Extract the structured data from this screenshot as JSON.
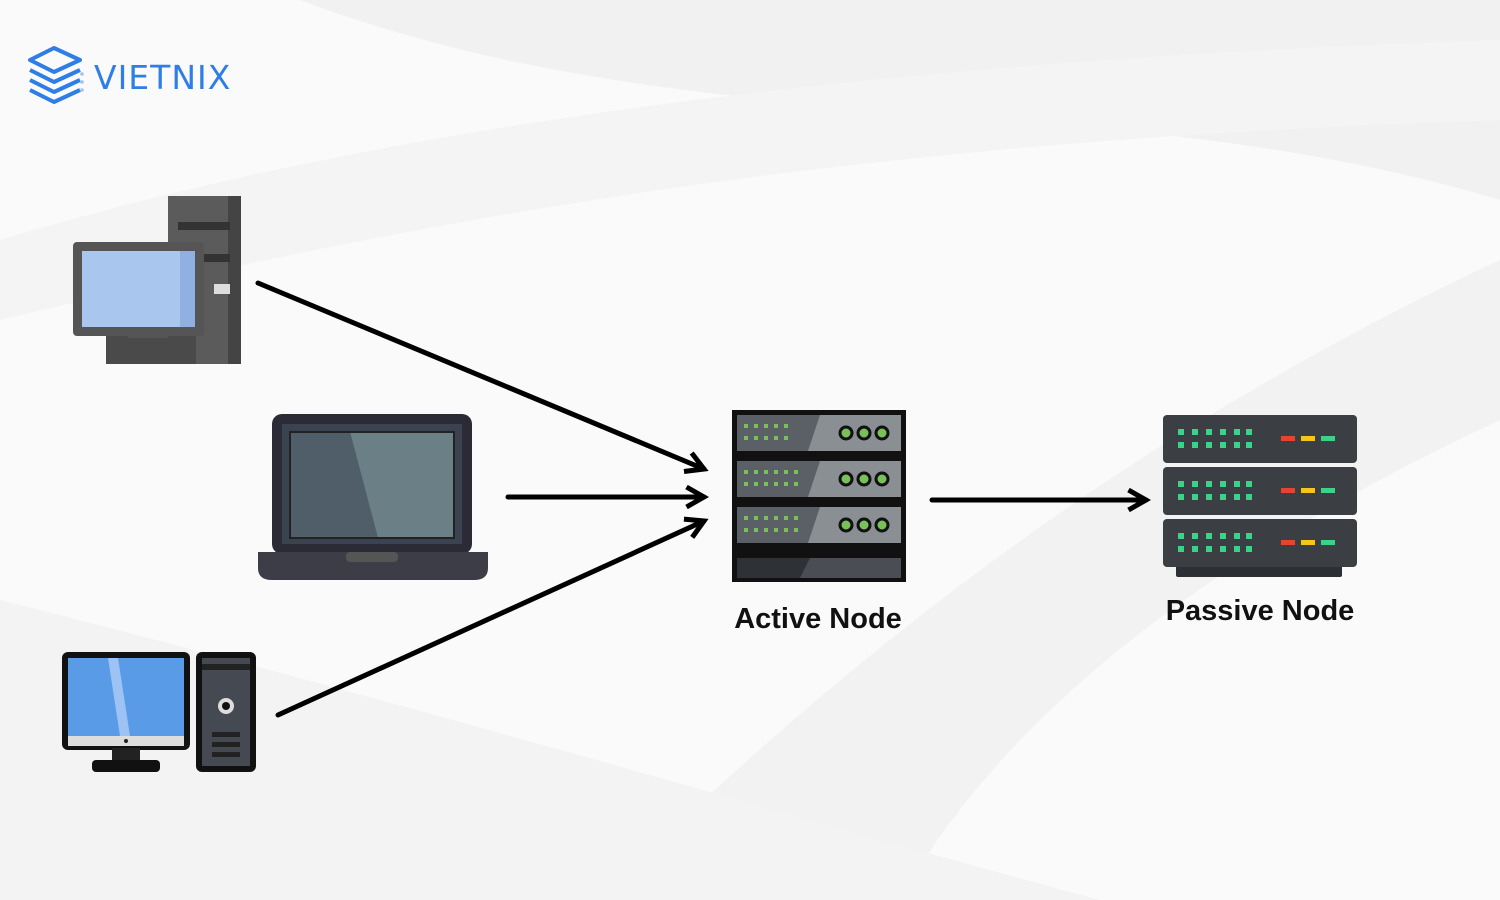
{
  "brand": {
    "name": "VIETNIX",
    "color": "#2f7ee6"
  },
  "clients": [
    {
      "icon": "desktop-tower-icon"
    },
    {
      "icon": "laptop-icon"
    },
    {
      "icon": "desktop-computer-icon"
    }
  ],
  "nodes": {
    "active": {
      "label": "Active Node",
      "icon": "server-rack-icon"
    },
    "passive": {
      "label": "Passive Node",
      "icon": "server-rack-icon"
    }
  },
  "arrows": [
    {
      "from": "desktop-tower",
      "to": "active-node"
    },
    {
      "from": "laptop",
      "to": "active-node"
    },
    {
      "from": "desktop-computer",
      "to": "active-node"
    },
    {
      "from": "active-node",
      "to": "passive-node"
    }
  ]
}
